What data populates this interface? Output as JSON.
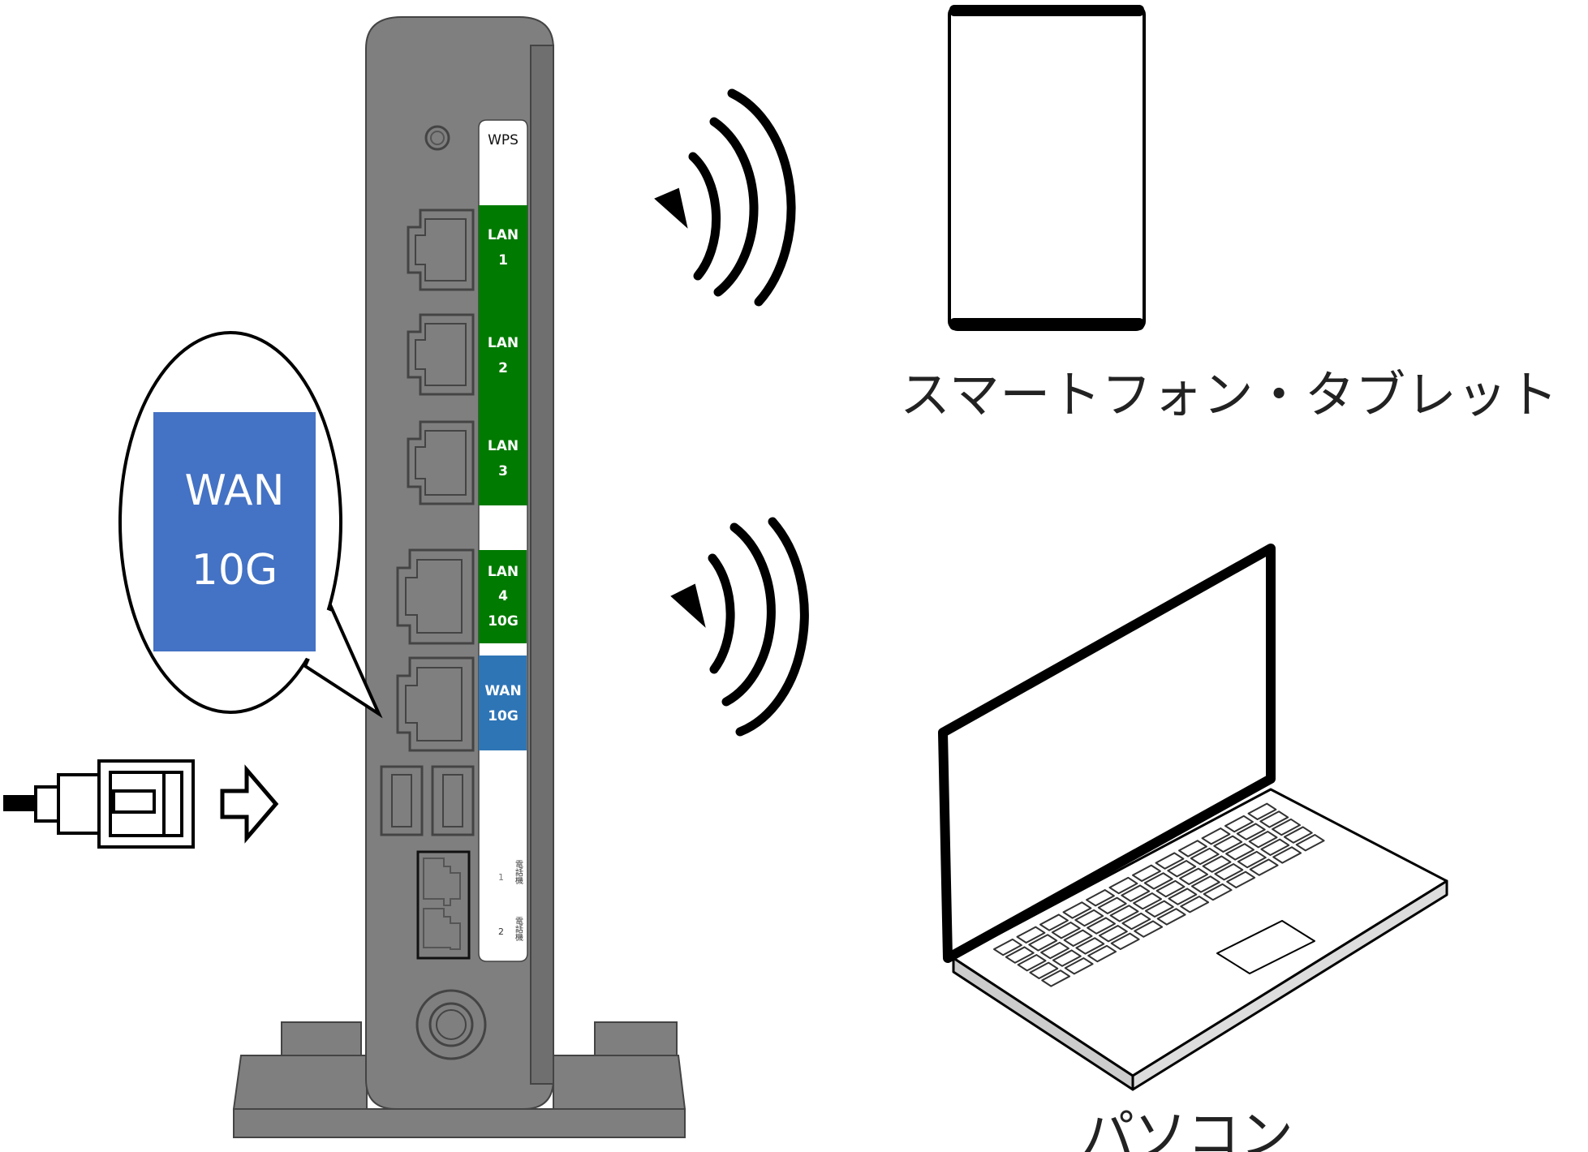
{
  "router": {
    "wps_label": "WPS",
    "lan1": [
      "LAN",
      "1"
    ],
    "lan2": [
      "LAN",
      "2"
    ],
    "lan3": [
      "LAN",
      "3"
    ],
    "lan4": [
      "LAN",
      "4",
      "10G"
    ],
    "wan": [
      "WAN",
      "10G"
    ],
    "tel_labels": {
      "port1": "1",
      "port2": "2",
      "text": "電話機"
    },
    "colors": {
      "body": "#7f7f7f",
      "lan": "#007a00",
      "wan": "#2e75b6"
    }
  },
  "callout": {
    "line1": "WAN",
    "line2": "10G",
    "color": "#4472c4"
  },
  "devices": {
    "smartphone_label": "スマートフォン・タブレット",
    "pc_label": "パソコン"
  }
}
